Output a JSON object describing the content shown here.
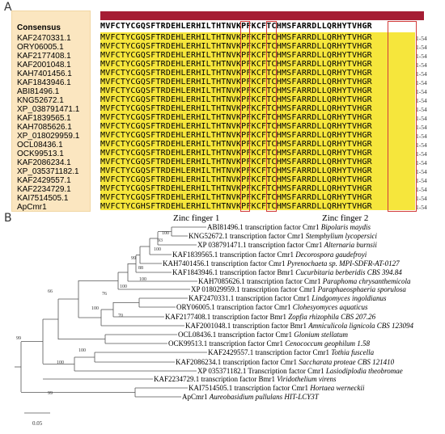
{
  "panel_a": {
    "label": "A",
    "consensus_name": "Consensus",
    "consensus_seq": "MVFCTYCGQSFTRDEHLERHILTHTNVKPFKCFTCHMSFARRDLLQRHYTVHGR",
    "names": [
      "KAF2470331.1",
      "ORY06005.1",
      "KAF2177408.1",
      "KAF2001048.1",
      "KAH7401456.1",
      "KAF1843946.1",
      "ABI81496.1",
      "KNG52672.1",
      "XP_038791471.1",
      "KAF1839565.1",
      "KAH7085626.1",
      "XP_018029959.1",
      "OCL08436.1",
      "OCK99513.1",
      "KAF2086234.1",
      "XP_035371182.1",
      "KAF2429557.1",
      "KAF2234729.1",
      "KAI7514505.1",
      "ApCmr1"
    ],
    "seqs": [
      "MVFCTYCGQSFTRDEHLERHILTHTNVKPFKCFTCHMSFARRDLLQRHYTVHGR",
      "MVFCTYCGQSFTRDEHLERHILTHTNVKPFKCFTCHMSFARRDLLQRHYTVHGR",
      "MVFCTYCGQSFTRDEHLERHILTHTNVKPFKCFTCHMSFARRDLLQRHYTVHGR",
      "MVFCTYCGQSFTRDEHLERHILTHTNVKPFKCFTCHMSFARRDLLQRHYTVHGR",
      "MVFCTYCGQSFTRDEHLERHILTHTNVKPFKCFTCHMSFARRDLLQRHYTVHGR",
      "MVFCTYCGQSFTRDEHLERHILTHTNVKPFKCFTCHMSFARRDLLQRHYTVHGR",
      "MVFCTYCGQSFTRDEHLERHILTHTNVKPFKCFTCHMSFARRDLLQRHYTVHGR",
      "MVFCTYCGQSFTRDEHLERHILTHTNVKPFKCFTCHMSFARRDLLQRHYTVHGR",
      "MVFCTYCGQSFTRDEHLERHILTHTNVKPFKCFTCHMSFARRDLLQRHYTVHGR",
      "MVFCTYCGQSFTRDEHLERHILTHTNVKPFKCFTCHMSFARRDLLQRHYTVHGR",
      "MVFCTYCGQSFTRDEHLERHILTHTNVKPFKCFTCHMSFARRDLLQRHYTVHGR",
      "MVFCTYCGQSFTRDEHLERHILTHTNVKPFKCFTCHMSFARRDLLQRHYTVHGR",
      "MVFCTYCGQSFTRDEHLERHILTHTNVKPFKCFTCHMSFARRDLLQRHYTVHGR",
      "MVFCTYCGQSFTRDEHLERHILTHTNVKPFKCFTCHMSFARRDLLQRHYTVHGR",
      "MVFCTYCGQSFTRDEHLERHILTHTNVKPFKCFTCHMSFARRDLLQRHYTVHGR",
      "MVFCTYCGQSFTRDEHLERHILTHTNVKPFKCFTCHMSFARRDLLQRHYTVHGR",
      "MVFCTYCGQSFTRDEHLERHILTHTNVKPFKCFTCHMSFARRDLLQRHYTVHGR",
      "MVFCTYCGQSFTRDEHLERHILTHTNVKPFKCFTCHMSFARRDLLQRHYTVHGR",
      "MVFCTYCGQSFTRDEHLERHILTHTNVKPFKCFTCHMSFARRDLLQRHYTVHGR",
      "MVFCTYCGHSFTRDEHLERHILTHTNVKPFKCFTCHMSFARRDLLQRHYTVHGR"
    ],
    "range_label": "1-54",
    "zinc_finger_1": "Zinc finger 1",
    "zinc_finger_2": "Zinc finger 2",
    "colors": {
      "highlight": "#f6e63c",
      "bar": "#a51d34",
      "box": "#d23b3b",
      "names_bg": "#fbe6c0"
    }
  },
  "panel_b": {
    "label": "B",
    "scale_label": "0.05",
    "leaves": [
      {
        "acc": "ABI81496.1",
        "desc": "transcription factor Cmr1",
        "sp": "Bipolaris maydis"
      },
      {
        "acc": "KNG52672.1",
        "desc": "transcription factor Cmr1",
        "sp": "Stemphylium lycopersici"
      },
      {
        "acc": "XP 038791471.1",
        "desc": "transcription factor Cmr1",
        "sp": "Alternaria burnsii"
      },
      {
        "acc": "KAF1839565.1",
        "desc": "transcription factor Cmr1",
        "sp": "Decorospora gaudefroyi"
      },
      {
        "acc": "KAH7401456.1",
        "desc": "transcription factor Cmr1",
        "sp": "Pyrenochaeta sp. MPI-SDFR-AT-0127"
      },
      {
        "acc": "KAF1843946.1",
        "desc": "transcription factor Bmr1",
        "sp": "Cucurbitaria berberidis CBS 394.84"
      },
      {
        "acc": "KAH7085626.1",
        "desc": "transcription factor Cmr1",
        "sp": "Paraphoma chrysanthemicola"
      },
      {
        "acc": "XP 018029959.1",
        "desc": "transcription factor Cmr1",
        "sp": "Paraphaeosphaeria sporulosa"
      },
      {
        "acc": "KAF2470331.1",
        "desc": "transcription factor Cmr1",
        "sp": "Lindgomyces ingoldianus"
      },
      {
        "acc": "ORY06005.1",
        "desc": "transcription factor Cmr1",
        "sp": "Clohesyomyces aquaticus"
      },
      {
        "acc": "KAF2177408.1",
        "desc": "transcription factor Bmr1",
        "sp": "Zopfia rhizophila CBS 207.26"
      },
      {
        "acc": "KAF2001048.1",
        "desc": "transcription factor Bmr1",
        "sp": "Amniculicola lignicola CBS 123094"
      },
      {
        "acc": "OCL08436.1",
        "desc": "transcription factor Cmr1",
        "sp": "Glonium stellatum"
      },
      {
        "acc": "OCK99513.1",
        "desc": "transcription factor Cmr1",
        "sp": "Cenococcum geophilum 1.58"
      },
      {
        "acc": "KAF2429557.1",
        "desc": "transcription factor Cmr1",
        "sp": "Tothia fuscella"
      },
      {
        "acc": "KAF2086234.1",
        "desc": "transcription factor Cmr1",
        "sp": "Saccharata proteae CBS 121410"
      },
      {
        "acc": "XP 035371182.1",
        "desc": "Transcription factor Cmr1",
        "sp": "Lasiodiplodia theobromae"
      },
      {
        "acc": "KAF2234729.1",
        "desc": "transcription factor Bmr1",
        "sp": "Viridothelium virens"
      },
      {
        "acc": "KAI7514505.1",
        "desc": "transcription factor Cmr1",
        "sp": "Hortaea werneckii"
      },
      {
        "acc": "ApCmr1",
        "desc": "",
        "sp": "Aureobasidium pullulans HIT-LCY3T"
      }
    ],
    "bootstrap": [
      "100",
      "93",
      "100",
      "99",
      "88",
      "100",
      "100",
      "76",
      "70",
      "100",
      "66",
      "99",
      "100",
      "100",
      "99"
    ]
  }
}
